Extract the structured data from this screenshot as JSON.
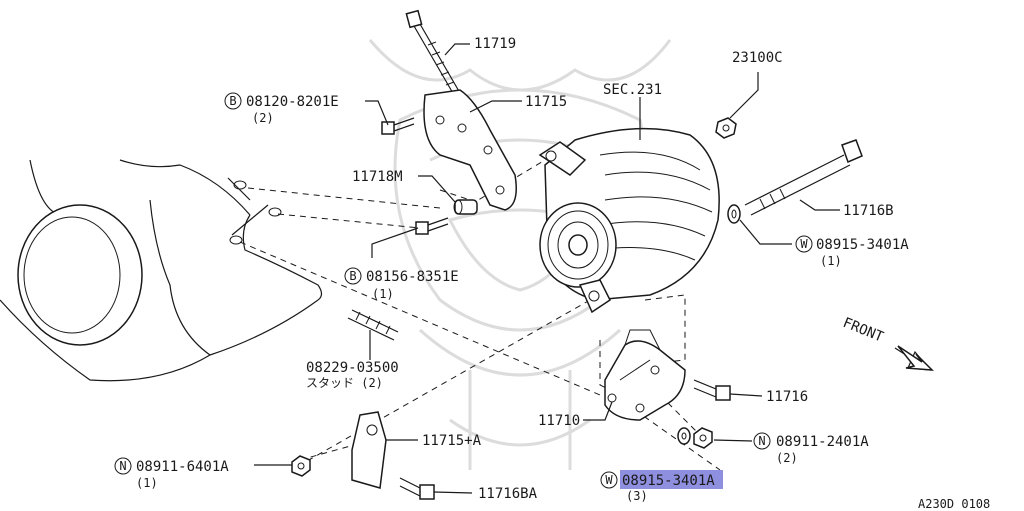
{
  "diagram": {
    "labels": {
      "p11719": "11719",
      "p11715": "11715",
      "p08120": "08120-8201E",
      "p08120_qty": "(2)",
      "p11718m": "11718M",
      "p08156": "08156-8351E",
      "p08156_qty": "(1)",
      "p08229": "08229-03500",
      "p08229_sub": "スタッド (2)",
      "sec231": "SEC.231",
      "p23100c": "23100C",
      "p11716b": "11716B",
      "w08915a": "08915-3401A",
      "w08915a_qty": "(1)",
      "p11716": "11716",
      "p11710": "11710",
      "n08911_2401": "08911-2401A",
      "n08911_2401_qty": "(2)",
      "p11715a": "11715+A",
      "n08911_6401": "08911-6401A",
      "n08911_6401_qty": "(1)",
      "p11716ba": "11716BA",
      "w08915b": "08915-3401A",
      "w08915b_qty": "(3)",
      "front": "FRONT",
      "code": "A230D 0108"
    },
    "prefix": {
      "b1": "B",
      "b2": "B",
      "w1": "W",
      "w2": "W",
      "n1": "N",
      "n2": "N"
    },
    "colors": {
      "line": "#1a1a1a",
      "highlight": "#8f8fe0",
      "watermark": "#dcdcdc"
    }
  }
}
